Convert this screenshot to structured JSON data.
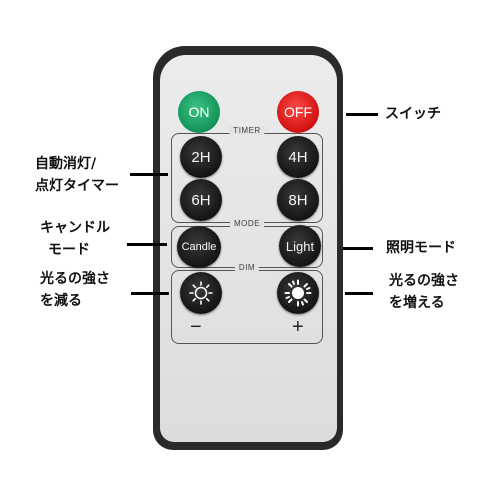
{
  "remote": {
    "power": {
      "on_label": "ON",
      "off_label": "OFF"
    },
    "timer": {
      "group_label": "TIMER",
      "buttons": [
        "2H",
        "4H",
        "6H",
        "8H"
      ]
    },
    "mode": {
      "group_label": "MODE",
      "candle_label": "Candle",
      "light_label": "Light"
    },
    "dim": {
      "group_label": "DIM",
      "minus_symbol": "−",
      "plus_symbol": "+"
    }
  },
  "annotations": {
    "switch": "スイッチ",
    "timer_line1": "自動消灯/",
    "timer_line2": "点灯タイマー",
    "candle_line1": "キャンドル",
    "candle_line2": "モード",
    "light_mode": "照明モード",
    "dim_down_line1": "光るの強さ",
    "dim_down_line2": "を減る",
    "dim_up_line1": "光るの強さ",
    "dim_up_line2": "を増える"
  },
  "colors": {
    "on": "#1aa866",
    "off": "#e61c1c",
    "button": "#1c1c1c",
    "body": "#2a2a2a",
    "face": "#e4e4e4"
  }
}
